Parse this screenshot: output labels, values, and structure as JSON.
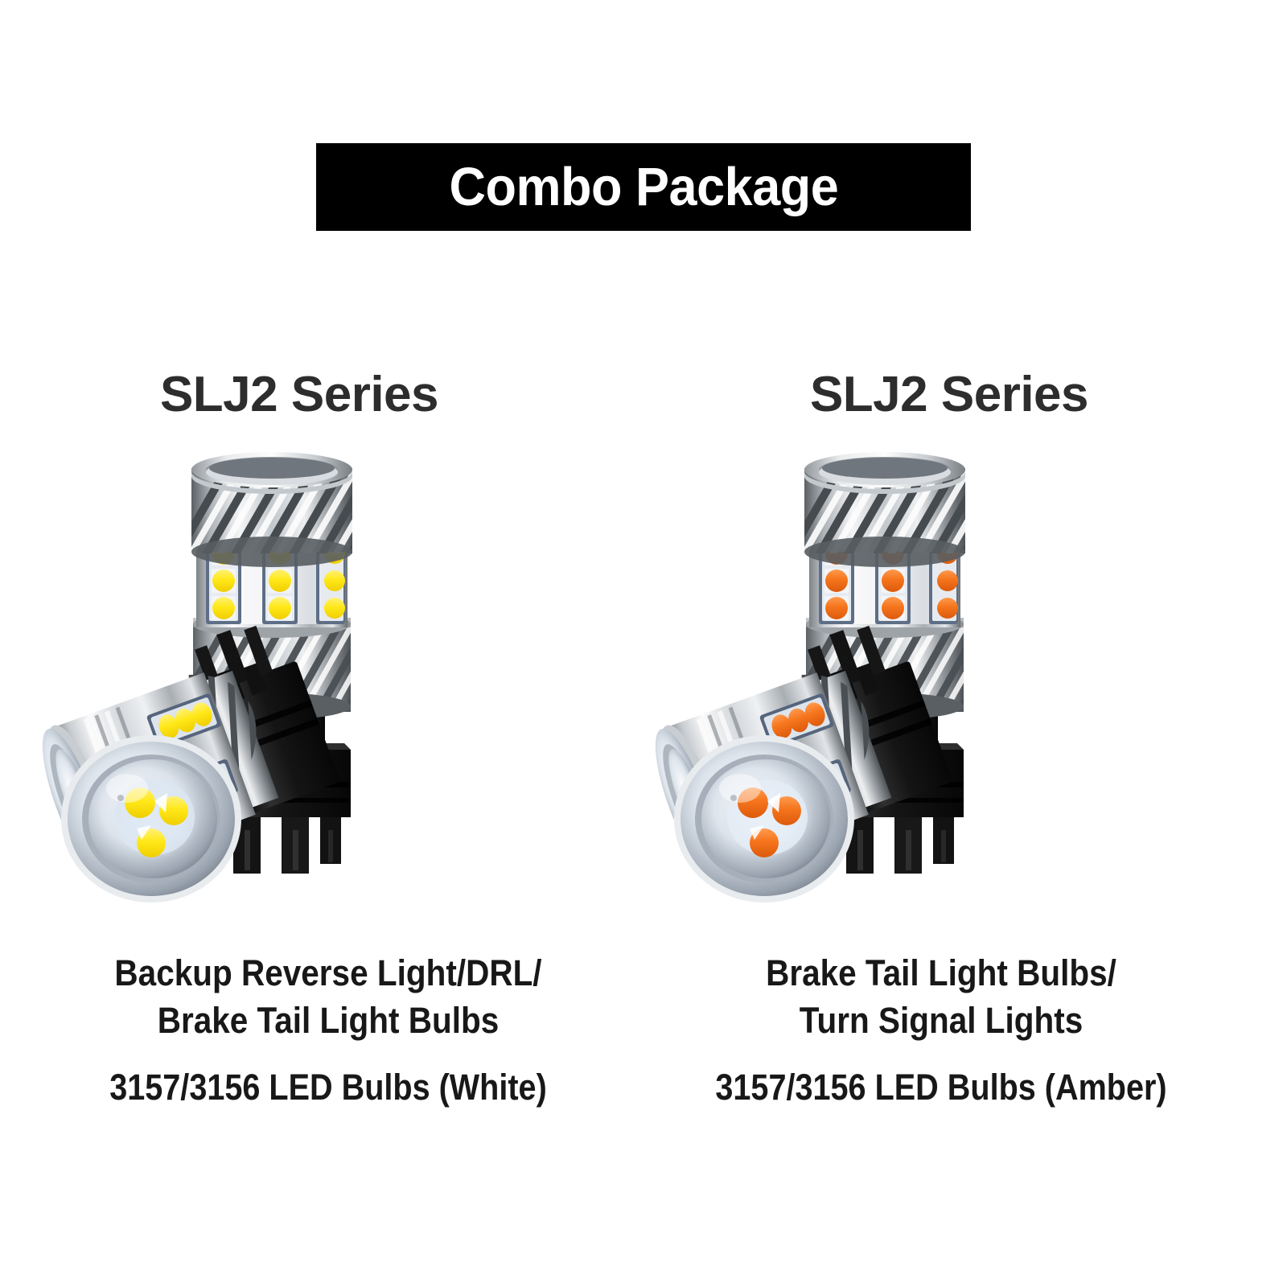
{
  "banner": {
    "title": "Combo Package",
    "background": "#000000",
    "text_color": "#ffffff"
  },
  "products": [
    {
      "id": "white",
      "series_heading": "SLJ2 Series",
      "caption_main": "Backup Reverse Light/DRL/\nBrake Tail Light Bulbs",
      "caption_sub": "3157/3156 LED Bulbs (White)",
      "image_name": "led-bulb-pair-white",
      "led_color": "#FFE819",
      "led_color_dark": "#E8C800",
      "lens_glow": "#FFFFFF",
      "led_columns": 3,
      "leds_per_column": 3,
      "front_lens_chips": 3
    },
    {
      "id": "amber",
      "series_heading": "SLJ2 Series",
      "caption_main": "Brake Tail Light Bulbs/\nTurn Signal Lights",
      "caption_sub": "3157/3156 LED Bulbs (Amber)",
      "image_name": "led-bulb-pair-amber",
      "led_color": "#F5741C",
      "led_color_dark": "#D75A10",
      "lens_glow": "#FFF2E4",
      "led_columns": 3,
      "leds_per_column": 3,
      "front_lens_chips": 3
    }
  ],
  "palette": {
    "background": "#FFFFFF",
    "heading_text": "#2D2D2D",
    "caption_text": "#181818",
    "metal_light": "#FAFAFA",
    "metal_mid": "#B8BCC0",
    "metal_dark": "#6E7377",
    "metal_shadow": "#3C4044",
    "base_black": "#151515",
    "pcb_blue": "#5E6E86"
  }
}
